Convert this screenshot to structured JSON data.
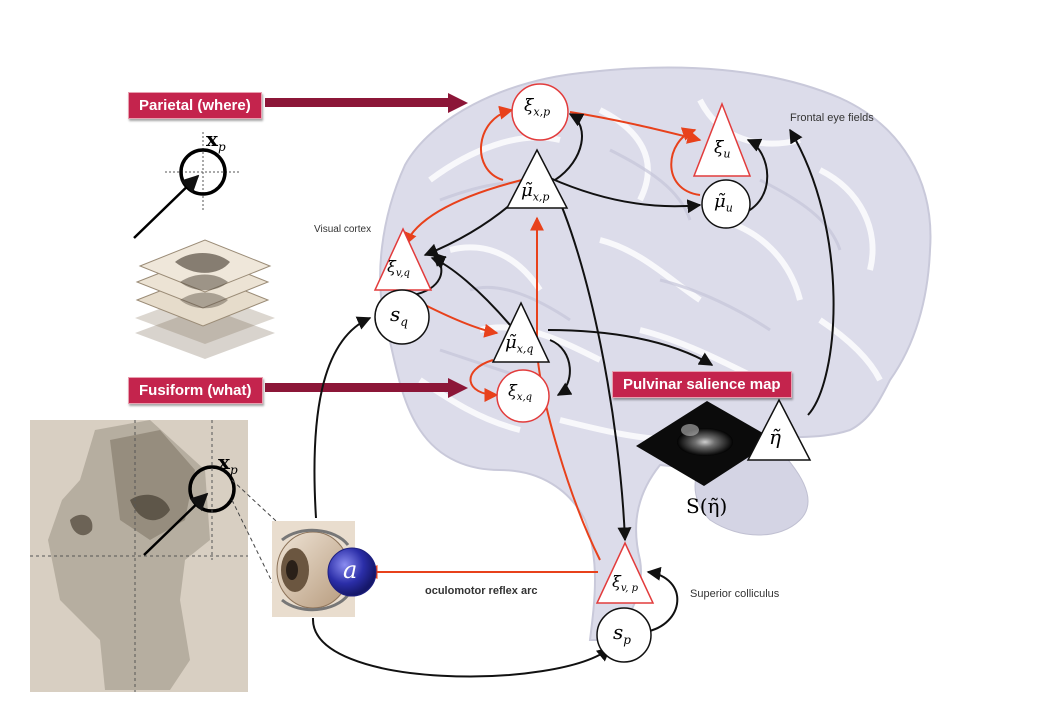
{
  "colors": {
    "label_bg": "#c4244d",
    "label_bg_dark": "#a41c3d",
    "arrow_red": "#e8411b",
    "arrow_maroon": "#8c1638",
    "node_red": "#e23c3c",
    "brain": "#dcdcea",
    "action_blue": "#2b2ea8"
  },
  "labels": {
    "parietal": "Parietal (where)",
    "fusiform": "Fusiform (what)",
    "pulvinar": "Pulvinar salience map",
    "frontal_eye_fields": "Frontal eye fields",
    "visual_cortex": "Visual cortex",
    "superior_colliculus": "Superior colliculus",
    "oculomotor": "oculomotor reflex arc"
  },
  "math": {
    "x_p": "x",
    "x_p_sub": "p",
    "xi_xp": "ξ",
    "xi_xp_sub": "x,p",
    "mu_xp": "μ̃",
    "mu_xp_sub": "x,p",
    "xi_u": "ξ",
    "xi_u_sub": "u",
    "mu_u": "μ̃",
    "mu_u_sub": "u",
    "xi_vq": "ξ",
    "xi_vq_sub": "v,q",
    "s_q": "s",
    "s_q_sub": "q",
    "mu_xq": "μ̃",
    "mu_xq_sub": "x,q",
    "xi_xq": "ξ",
    "xi_xq_sub": "x,q",
    "eta": "η̃",
    "s_eta": "S(η̃)",
    "xi_vp": "ξ",
    "xi_vp_sub": "v, p",
    "s_p": "s",
    "s_p_sub": "p",
    "action": "a"
  }
}
